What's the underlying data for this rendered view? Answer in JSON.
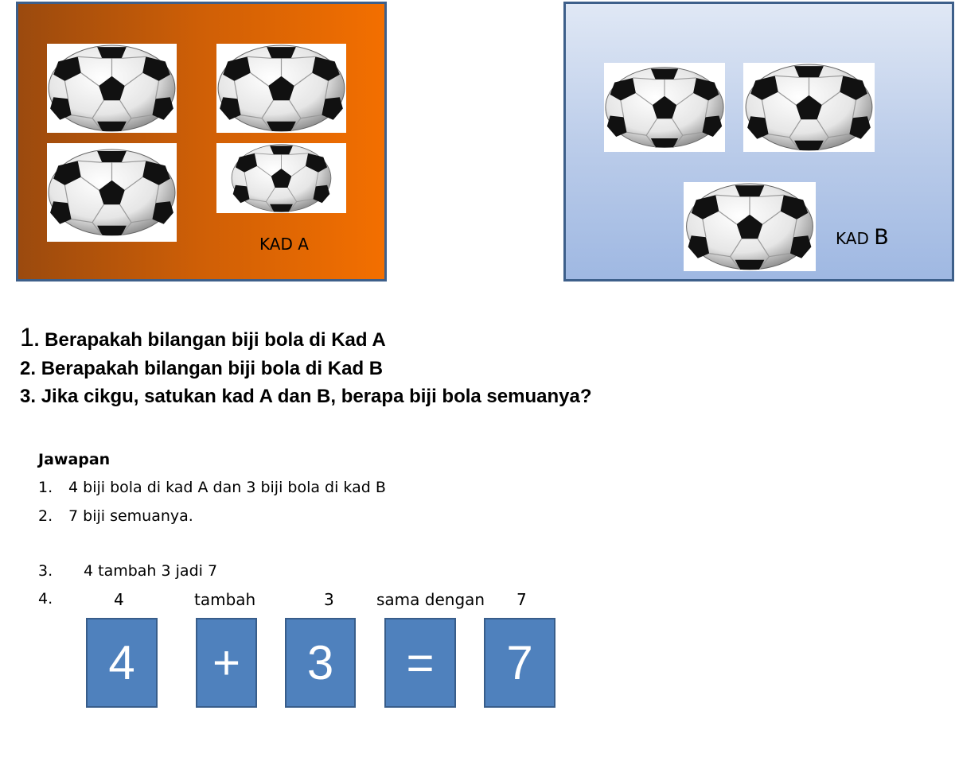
{
  "cards": {
    "a": {
      "label": "KAD A"
    },
    "b": {
      "label_prefix": "KAD ",
      "label_letter": "B"
    }
  },
  "questions": [
    {
      "num": "1",
      "text": ". Berapakah bilangan biji bola di Kad A"
    },
    {
      "num": "2",
      "text": ".  Berapakah bilangan biji bola di Kad B"
    },
    {
      "num": "3",
      "text": ".  Jika cikgu, satukan kad A dan B, berapa biji bola semuanya?"
    }
  ],
  "answers": {
    "heading": "Jawapan",
    "items": [
      {
        "num": "1.",
        "text": "4 biji bola di kad A dan 3 biji bola di kad B"
      },
      {
        "num": "2.",
        "text": "7 biji semuanya."
      },
      {
        "num": "3.",
        "text": "4 tambah 3 jadi 7"
      },
      {
        "num": "4."
      }
    ]
  },
  "equation": {
    "words": [
      "4",
      "tambah",
      "3",
      "sama dengan",
      "7"
    ],
    "symbols": [
      "4",
      "+",
      "3",
      "=",
      "7"
    ]
  },
  "colors": {
    "card_a_start": "#9b4a0e",
    "card_a_end": "#f36f00",
    "card_b_top": "#e0e8f5",
    "card_b_bottom": "#9fb8e2",
    "equation_box": "#4f81bd"
  },
  "icons": {
    "ball": "soccer-ball-icon"
  }
}
